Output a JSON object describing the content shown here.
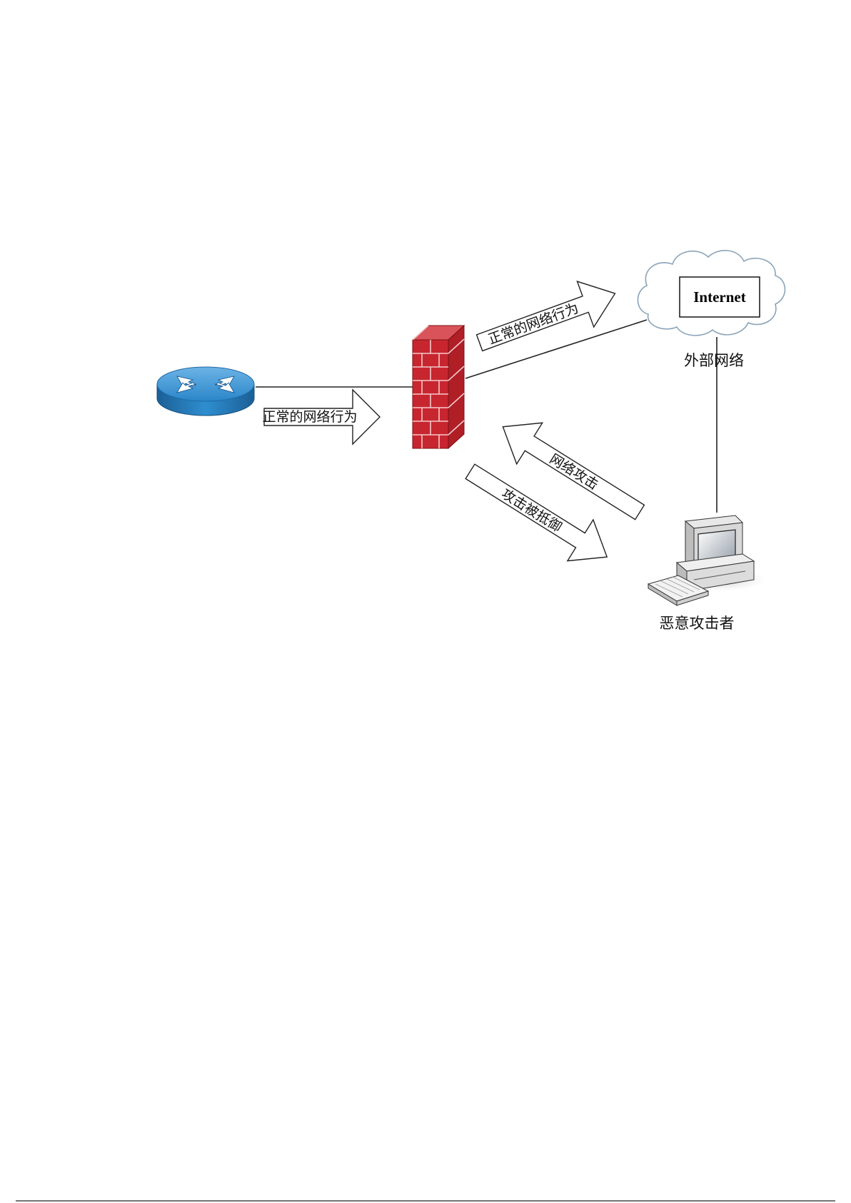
{
  "nodes": {
    "router": {
      "icon": "router-icon"
    },
    "firewall": {
      "icon": "firewall-icon"
    },
    "internet": {
      "box_label": "Internet",
      "label": "外部网络",
      "icon": "cloud-icon"
    },
    "attacker": {
      "label": "恶意攻击者",
      "icon": "computer-icon"
    }
  },
  "arrows": {
    "router_to_firewall": "正常的网络行为",
    "firewall_to_internet": "正常的网络行为",
    "attack": "网络攻击",
    "blocked": "攻击被抵御"
  },
  "colors": {
    "router_blue": "#1f79c0",
    "brick_red": "#c8262f",
    "line": "#222222"
  }
}
